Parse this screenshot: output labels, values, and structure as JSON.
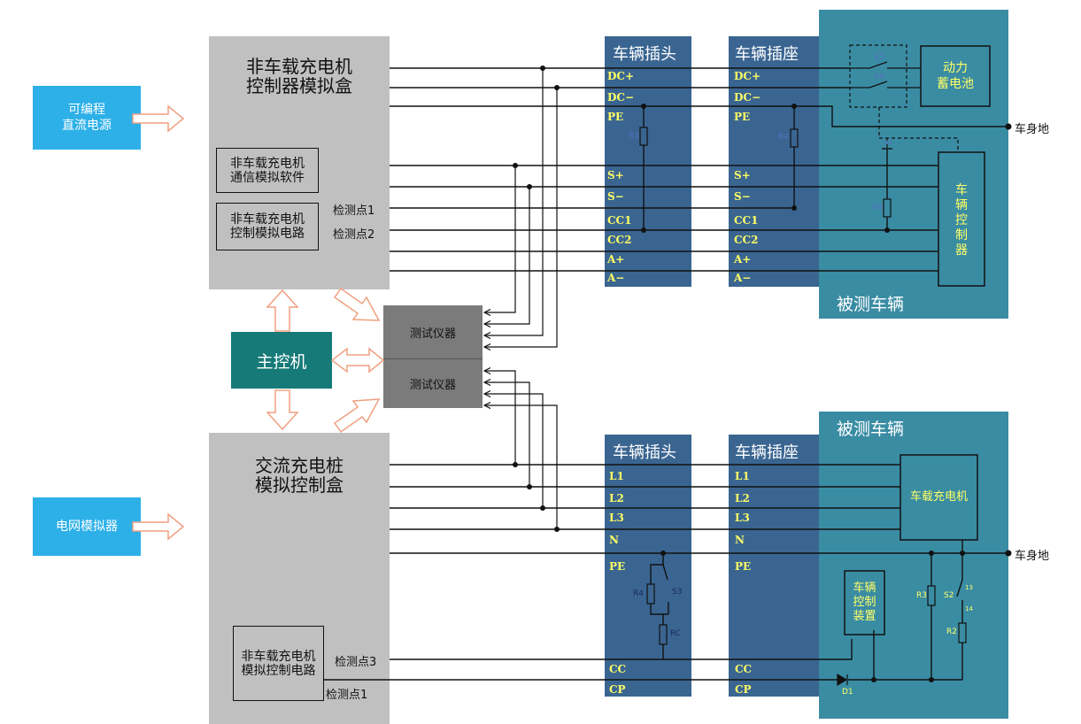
{
  "sources": {
    "dc": "可编程\n直流电源",
    "grid": "电网模拟器"
  },
  "dc_sim": {
    "title": "非车载充电机\n控制器模拟盒",
    "software": "非车载充电机\n通信模拟软件",
    "circuit": "非车载充电机\n控制模拟电路",
    "check1": "检测点1",
    "check2": "检测点2"
  },
  "ac_sim": {
    "title": "交流充电桩\n模拟控制盒",
    "circuit": "非车载充电机\n模拟控制电路",
    "check3": "检测点3",
    "check1": "检测点1"
  },
  "host": "主控机",
  "instrument": "测试仪器",
  "plug_title": "车辆插头",
  "socket_title": "车辆插座",
  "vehicle_title": "被测车辆",
  "dc_pins": [
    "DC+",
    "DC−",
    "PE",
    "S+",
    "S−",
    "CC1",
    "CC2",
    "A+",
    "A−"
  ],
  "ac_pins": [
    "L1",
    "L2",
    "L3",
    "N",
    "PE",
    "CC",
    "CP"
  ],
  "resistors": {
    "r3": "R3",
    "r4": "R4",
    "r5": "R5",
    "rc": "RC",
    "r2": "R2",
    "s3": "S3",
    "s2": "S2",
    "d1": "D1",
    "k5": "K5",
    "k6": "K6",
    "u2": "U2",
    "n13": "13",
    "n14": "14"
  },
  "battery": "动力\n蓄电池",
  "vehicle_controller": "车\n辆\n控\n制\n器",
  "obc": "车载充电机",
  "vehicle_ctrl_dev": "车辆\n控制\n装置",
  "ground": "车身地"
}
